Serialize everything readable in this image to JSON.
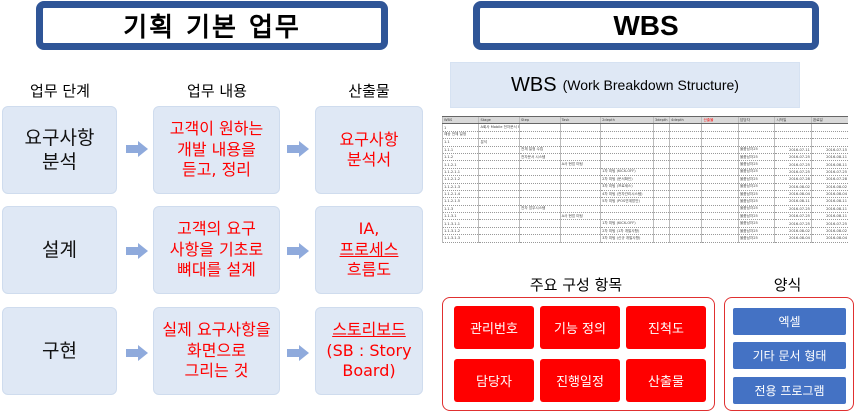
{
  "left_panel": {
    "title": "기획 기본 업무",
    "column_headers": [
      "업무 단계",
      "업무 내용",
      "산출물"
    ],
    "rows": [
      {
        "stage": [
          "요구사항",
          "분석"
        ],
        "content": [
          "고객이 원하는",
          "개발 내용을",
          "듣고, 정리"
        ],
        "output": [
          "요구사항",
          "분석서"
        ]
      },
      {
        "stage": [
          "설계"
        ],
        "content": [
          "고객의 요구",
          "사항을 기초로",
          "뼈대를 설계"
        ],
        "output": [
          "IA,",
          "프로세스",
          "흐름도"
        ]
      },
      {
        "stage": [
          "구현"
        ],
        "content": [
          "실제 요구사항을",
          "화면으로",
          "그리는 것"
        ],
        "output": [
          "스토리보드",
          "(SB : Story",
          "Board)"
        ]
      }
    ],
    "arrow_icon": "right-arrow-icon"
  },
  "right_panel": {
    "title": "WBS",
    "subtitle_big": "WBS",
    "subtitle_small": "(Work Breakdown Structure)",
    "spreadsheet": {
      "headers": [
        "WBS",
        "Stage",
        "Step",
        "Task",
        "2depth",
        "3depth",
        "4depth",
        "산출물",
        "담당자",
        "시작일",
        "완료일"
      ],
      "rows": [
        [
          "1",
          "A회사 Mobile 전자문서 Project",
          "",
          "",
          "",
          "",
          "",
          "",
          "",
          "",
          ""
        ],
        [
          "예상 전체 일정",
          "",
          "",
          "",
          "",
          "",
          "",
          "",
          "",
          "",
          ""
        ],
        [
          "1.1",
          "분석",
          "",
          "",
          "",
          "",
          "",
          "",
          "",
          "",
          ""
        ],
        [
          "1.1.1",
          "",
          "전체 일정 수립",
          "",
          "",
          "",
          "",
          "",
          "볼품남자25",
          "2016-07-11",
          "2016-07-15"
        ],
        [
          "1.1.2",
          "",
          "전자문서 시스템",
          "",
          "",
          "",
          "",
          "",
          "볼품남자25",
          "2016-07-25",
          "2016-08-11"
        ],
        [
          "1.1.2.1",
          "",
          "",
          "A사 현업 미팅",
          "",
          "",
          "",
          "",
          "볼품남자25",
          "2016-07-25",
          "2016-08-11"
        ],
        [
          "1.1.2.1.1",
          "",
          "",
          "",
          "1차 미팅 (KICK-OFF)",
          "",
          "",
          "",
          "볼품남자25",
          "2016-07-25",
          "2016-07-25"
        ],
        [
          "1.1.2.1.2",
          "",
          "",
          "",
          "2차 미팅 (문서확인)",
          "",
          "",
          "",
          "볼품남자25",
          "2016-07-28",
          "2016-07-28"
        ],
        [
          "1.1.2.1.3",
          "",
          "",
          "",
          "3차 미팅 (프로세스)",
          "",
          "",
          "",
          "볼품남자25",
          "2016-08-02",
          "2016-08-02"
        ],
        [
          "1.1.2.1.4",
          "",
          "",
          "",
          "4차 미팅 (전자관리시스템)",
          "",
          "",
          "",
          "볼품남자25",
          "2016-08-04",
          "2016-08-04"
        ],
        [
          "1.1.2.1.5",
          "",
          "",
          "",
          "5차 미팅 (POS연계방안)",
          "",
          "",
          "",
          "볼품남자25",
          "2016-08-11",
          "2016-08-11"
        ],
        [
          "1.1.3",
          "",
          "전자 업무시스템",
          "",
          "",
          "",
          "",
          "",
          "볼품남자25",
          "2016-07-25",
          "2016-08-11"
        ],
        [
          "1.1.3.1",
          "",
          "",
          "A사 현업 미팅",
          "",
          "",
          "",
          "",
          "볼품남자25",
          "2016-07-25",
          "2016-08-11"
        ],
        [
          "1.1.3.1.1",
          "",
          "",
          "",
          "1차 미팅 (KICK-OFF)",
          "",
          "",
          "",
          "볼품남자25",
          "2016-07-25",
          "2016-07-25"
        ],
        [
          "1.1.3.1.2",
          "",
          "",
          "",
          "2차 미팅 (1차 개발사항)",
          "",
          "",
          "",
          "볼품남자25",
          "2016-08-02",
          "2016-08-02"
        ],
        [
          "1.1.3.1.3",
          "",
          "",
          "",
          "3차 미팅 (신규 개발사항)",
          "",
          "",
          "",
          "볼품남자25",
          "2016-08-04",
          "2016-08-04"
        ]
      ]
    },
    "items_title": "주요 구성 항목",
    "items": [
      "관리번호",
      "기능 정의",
      "진척도",
      "담당자",
      "진행일정",
      "산출물"
    ],
    "format_title": "양식",
    "formats": [
      "엑셀",
      "기타 문서 형태",
      "전용 프로그램"
    ]
  },
  "colors": {
    "frame_blue": "#2f5597",
    "box_light_blue": "#dfe8f5",
    "accent_red": "#ff0000",
    "format_blue": "#4472c4",
    "arrow_blue": "#8faadc"
  }
}
